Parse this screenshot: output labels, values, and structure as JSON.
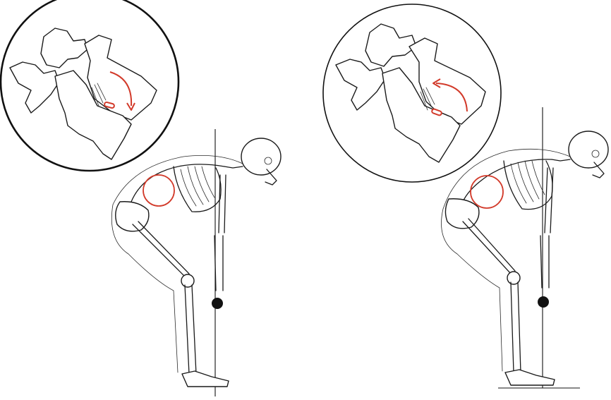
{
  "colors": {
    "ink": "#1a1a1a",
    "highlight": "#d23a2a",
    "background": "#ffffff"
  },
  "figures": [
    {
      "id": "left",
      "spine_posture": "flexed",
      "rotation_arrow": "clockwise"
    },
    {
      "id": "right",
      "spine_posture": "neutral",
      "rotation_arrow": "counterclockwise"
    }
  ],
  "icons": [
    "circle-inset-icon",
    "rotation-arrow-icon",
    "highlight-circle-icon",
    "kettlebell-icon"
  ]
}
